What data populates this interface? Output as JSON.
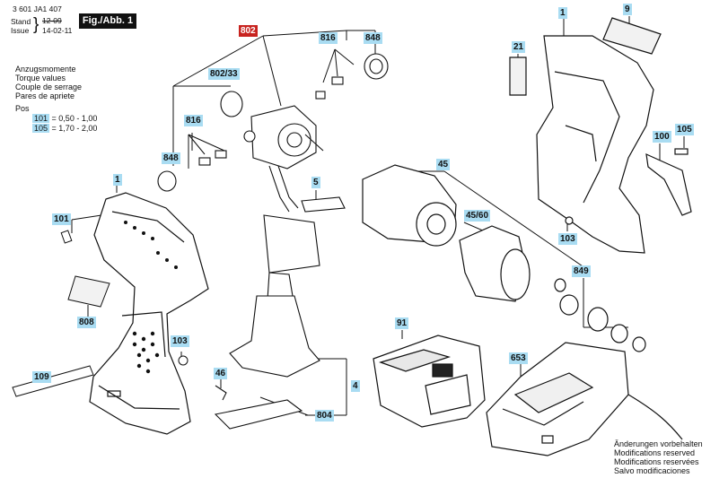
{
  "header": {
    "doc_number": "3 601 JA1 407",
    "stand_label": "Stand",
    "issue_label": "Issue",
    "old_date": "12-09",
    "new_date": "14-02-11",
    "figure": "Fig./Abb. 1"
  },
  "torque": {
    "lines": [
      "Anzugsmomente",
      "Torque values",
      "Couple de serrage",
      "Pares de apriete"
    ],
    "pos_label": "Pos",
    "rows": [
      {
        "pos": "101",
        "value": "= 0,50 - 1,00"
      },
      {
        "pos": "105",
        "value": "= 1,70 - 2,00"
      }
    ]
  },
  "parts": {
    "p802": "802",
    "p802_33": "802/33",
    "p816a": "816",
    "p848a": "848",
    "p816b": "816",
    "p848b": "848",
    "p1a": "1",
    "p101": "101",
    "p808": "808",
    "p103a": "103",
    "p109": "109",
    "p5": "5",
    "p45": "45",
    "p45_60": "45/60",
    "p849": "849",
    "p91": "91",
    "p46": "46",
    "p4": "4",
    "p804": "804",
    "p653": "653",
    "p1b": "1",
    "p9": "9",
    "p21": "21",
    "p100": "100",
    "p105": "105",
    "p103b": "103"
  },
  "footer": {
    "lines": [
      "Änderungen vorbehalten",
      "Modifications reserved",
      "Modifications reservées",
      "Salvo modificaciones"
    ]
  },
  "accent": {
    "label_bg": "#a9dcf2",
    "highlight": "#c8231f"
  }
}
